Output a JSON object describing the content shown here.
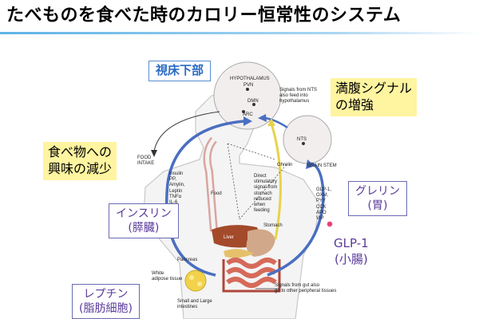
{
  "title": "たべものを食べた時のカロリー恒常性のシステム",
  "callouts": {
    "hypothalamus_jp": "視床下部",
    "satiety": "満腹シグナル\nの増強",
    "food_interest": "食べ物への\n興味の減少",
    "insulin": "インスリン\n(膵臓)",
    "ghrelin": "グレリン\n(胃)",
    "glp1": "GLP-1\n(小腸)",
    "leptin": "レプチン\n(脂肪細胞)"
  },
  "labels": {
    "hypothalamus": "HYPOTHALAMUS",
    "pvn": "PVN",
    "dmn": "DMN",
    "arc": "ARC",
    "signals_nts": "Signals from NTS\nalso feed into\nhypothalamus",
    "nts": "NTS",
    "brain_stem": "BRAIN STEM",
    "food_intake": "FOOD\nINTAKE",
    "hormones_left": "Insulin\nPP,\nAmylin,\nLeptin\nTNFα\nIL-6",
    "food": "Food",
    "ghrelin": "Ghrelin",
    "direct_signal": "Direct\nstimulatory\nsignal from\nstomach\nreduced\nwhen\nfeeding",
    "gut_hormones": "GLP-1,\nOXM,\nPYY\nCCK\nAPO\nVIP",
    "stomach": "Stomach",
    "liver": "Liver",
    "pancreas": "Pancreas",
    "white_adipose": "White\nadipose tissue",
    "intestines": "Small and Large\nintestines",
    "signals_gut": "Signals from gut also\ngo to other peripheral tissues"
  },
  "colors": {
    "title_bar": "#5fb3e6",
    "callout_yellow": "#fff4a0",
    "arrow_blue": "#4a6fc0",
    "arrow_yellow": "#e8d24a",
    "body_outline": "#c8c8c8",
    "liver": "#a34a2a",
    "intestine": "#d66a5a",
    "fat": "#f2d24a"
  }
}
